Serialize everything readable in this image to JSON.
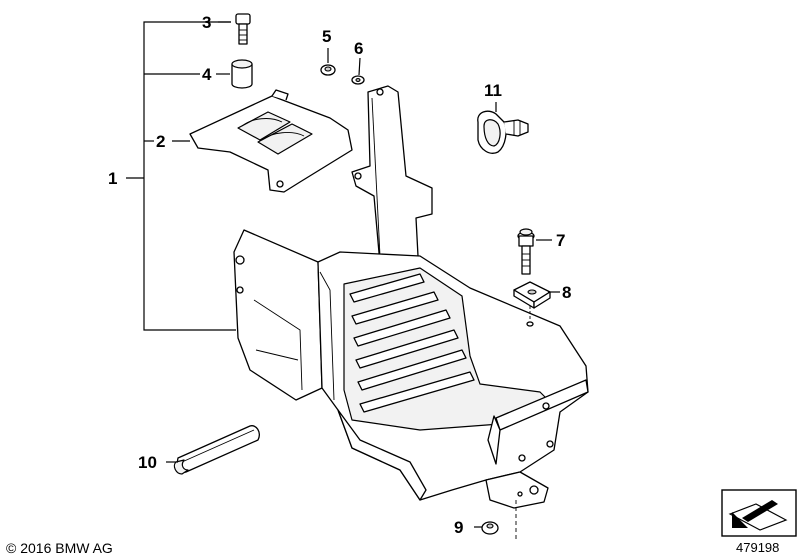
{
  "callouts": {
    "c1": "1",
    "c2": "2",
    "c3": "3",
    "c4": "4",
    "c5": "5",
    "c6": "6",
    "c7": "7",
    "c8": "8",
    "c9": "9",
    "c10": "10",
    "c11": "11"
  },
  "footer": {
    "copyright": "© 2016 BMW AG",
    "diagram_number": "479198"
  }
}
